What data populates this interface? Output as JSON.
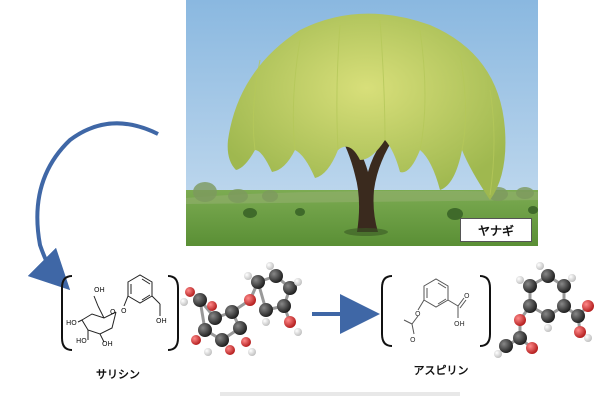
{
  "photo": {
    "label": "ヤナギ"
  },
  "structures": {
    "salicin": {
      "name": "サリシン",
      "atoms": {
        "oh1": "OH",
        "oh2": "HO",
        "oh3": "HO",
        "oh4": "OH",
        "oh5": "OH",
        "o_ring": "O",
        "o_link": "O"
      }
    },
    "aspirin": {
      "name": "アスピリン",
      "atoms": {
        "o1": "O",
        "o2": "O",
        "o3": "O",
        "oh": "OH"
      }
    }
  },
  "colors": {
    "arrow": "#3f67a6",
    "carbon": "#333333",
    "oxygen": "#d42a2a",
    "hydrogen": "#e8e8e8",
    "sky": "#a7cbe8",
    "grass": "#6fa146",
    "foliage": "#c6d36a"
  }
}
